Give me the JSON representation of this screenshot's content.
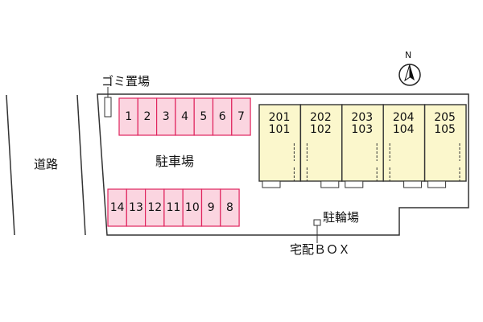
{
  "labels": {
    "road": "道路",
    "garbage": "ゴミ置場",
    "parking": "駐車場",
    "bicycle": "駐輪場",
    "delivery_box": "宅配ＢＯＸ",
    "north": "N"
  },
  "parking_top": [
    "1",
    "2",
    "3",
    "4",
    "5",
    "6",
    "7"
  ],
  "parking_bottom": [
    "14",
    "13",
    "12",
    "11",
    "10",
    "9",
    "8"
  ],
  "units": [
    {
      "upper": "201",
      "lower": "101"
    },
    {
      "upper": "202",
      "lower": "102"
    },
    {
      "upper": "203",
      "lower": "103"
    },
    {
      "upper": "204",
      "lower": "104"
    },
    {
      "upper": "205",
      "lower": "105"
    }
  ],
  "colors": {
    "parking_fill": "#fbd5e0",
    "parking_stroke": "#e0245e",
    "building_fill": "#fbf7cc",
    "outline": "#333333"
  }
}
